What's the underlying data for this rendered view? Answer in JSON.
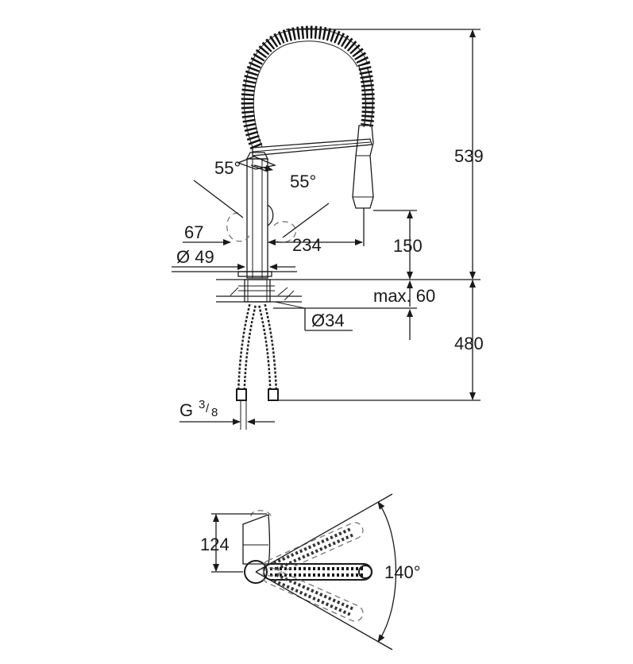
{
  "side_view": {
    "height_total": "539",
    "height_below": "480",
    "spout_height": "150",
    "counter_max": "max. 60",
    "reach": "234",
    "handle_offset": "67",
    "body_diameter": "Ø 49",
    "hole_diameter": "Ø34",
    "lever_angle_left": "55°",
    "lever_angle_right": "55°",
    "thread_main": "G",
    "thread_num": "3",
    "thread_den": "8"
  },
  "top_view": {
    "depth": "124",
    "swivel_angle": "140°"
  }
}
